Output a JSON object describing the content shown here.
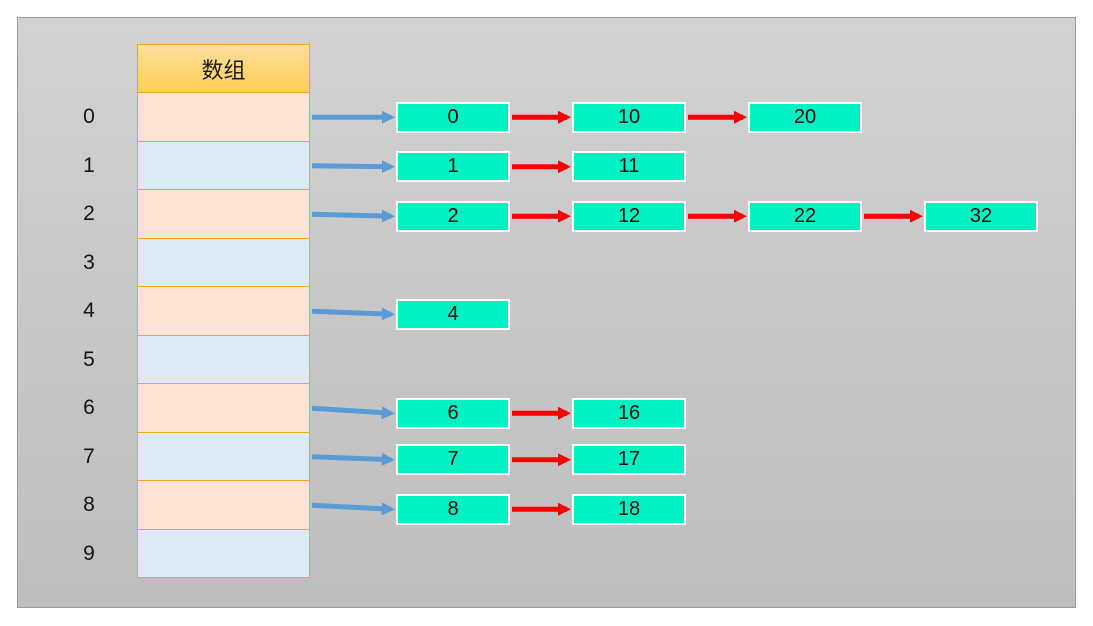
{
  "diagram": {
    "kind": "hash-table-separate-chaining",
    "array_header": "数组",
    "buckets": [
      {
        "index": "0",
        "chain": [
          "0",
          "10",
          "20"
        ]
      },
      {
        "index": "1",
        "chain": [
          "1",
          "11"
        ]
      },
      {
        "index": "2",
        "chain": [
          "2",
          "12",
          "22",
          "32"
        ]
      },
      {
        "index": "3",
        "chain": []
      },
      {
        "index": "4",
        "chain": [
          "4"
        ]
      },
      {
        "index": "5",
        "chain": []
      },
      {
        "index": "6",
        "chain": [
          "6",
          "16"
        ]
      },
      {
        "index": "7",
        "chain": [
          "7",
          "17"
        ]
      },
      {
        "index": "8",
        "chain": [
          "8",
          "18"
        ]
      },
      {
        "index": "9",
        "chain": []
      }
    ],
    "colors": {
      "node_fill": "#00F2C2",
      "node_border": "#FFFFFF",
      "bucket_fill_even_index": "#FBE3D5",
      "bucket_fill_odd_index": "#DDE9F5",
      "array_border": "#F0A81E",
      "header_fill_top": "#FFDF9D",
      "header_fill_bottom": "#FFD05E",
      "array_to_node_arrow": "#5B9BD5",
      "node_to_node_arrow": "#FB0000",
      "panel_fill": "#C8C8C8",
      "panel_border": "#9B9B9B",
      "text": "#141414"
    }
  }
}
